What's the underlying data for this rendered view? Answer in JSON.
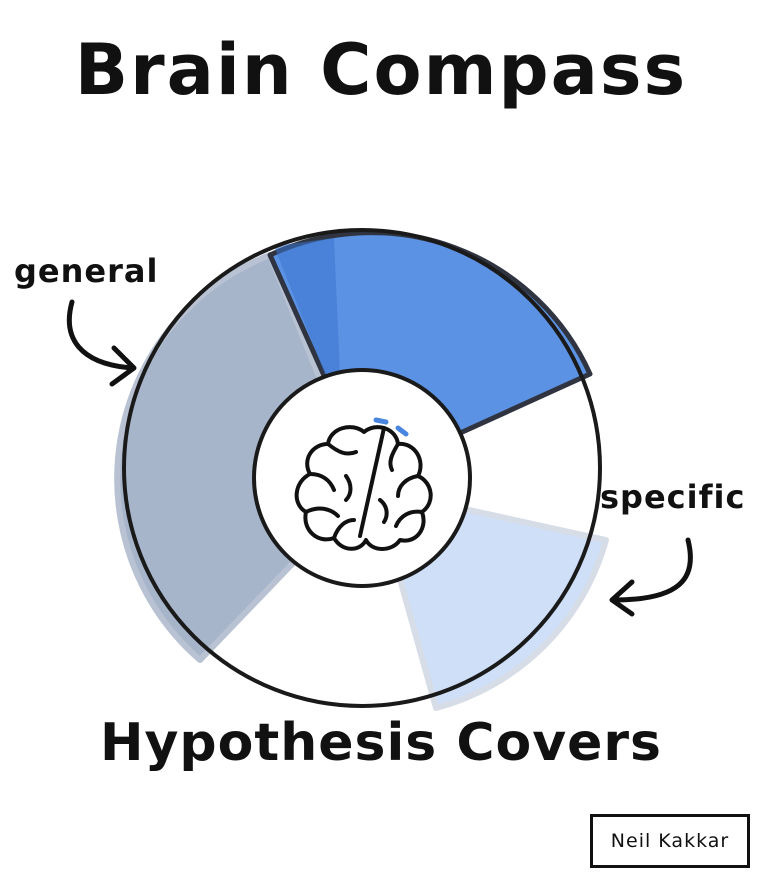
{
  "title": "Brain Compass",
  "subtitle": "Hypothesis Covers",
  "labels": {
    "general": "general",
    "specific": "specific"
  },
  "author": "Neil Kakkar",
  "segments": [
    {
      "role": "general",
      "color": "#98a8c2"
    },
    {
      "role": "top",
      "color": "#4a86e0"
    },
    {
      "role": "specific",
      "color": "#c9dbf6"
    }
  ],
  "icons": {
    "center": "brain-icon",
    "general_arrow": "curved-arrow-right-icon",
    "specific_arrow": "curved-arrow-left-icon"
  }
}
